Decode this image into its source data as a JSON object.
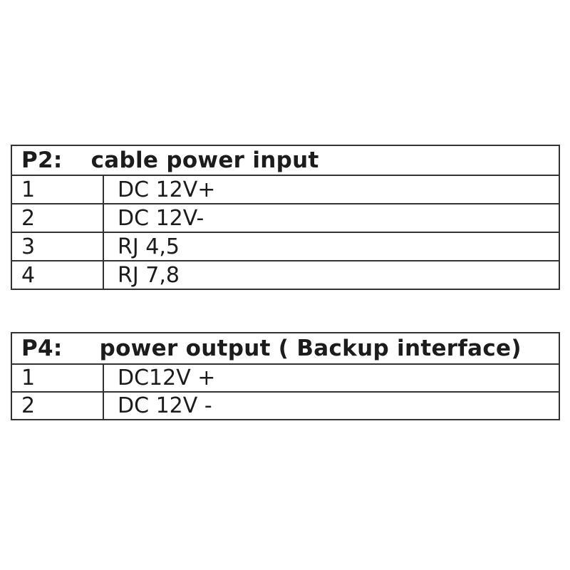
{
  "colors": {
    "background": "#ffffff",
    "border": "#333333",
    "text": "#1c1c1c"
  },
  "tables": [
    {
      "name": "P2",
      "header": {
        "label": "P2:",
        "title": "cable power input"
      },
      "rows": [
        {
          "pin": "1",
          "desc": "DC 12V+"
        },
        {
          "pin": "2",
          "desc": "DC 12V-"
        },
        {
          "pin": "3",
          "desc": "RJ 4,5"
        },
        {
          "pin": "4",
          "desc": "RJ 7,8"
        }
      ]
    },
    {
      "name": "P4",
      "header": {
        "label": "P4:",
        "title": "power output ( Backup interface)"
      },
      "rows": [
        {
          "pin": "1",
          "desc": "DC12V +"
        },
        {
          "pin": "2",
          "desc": "DC 12V -"
        }
      ]
    }
  ]
}
